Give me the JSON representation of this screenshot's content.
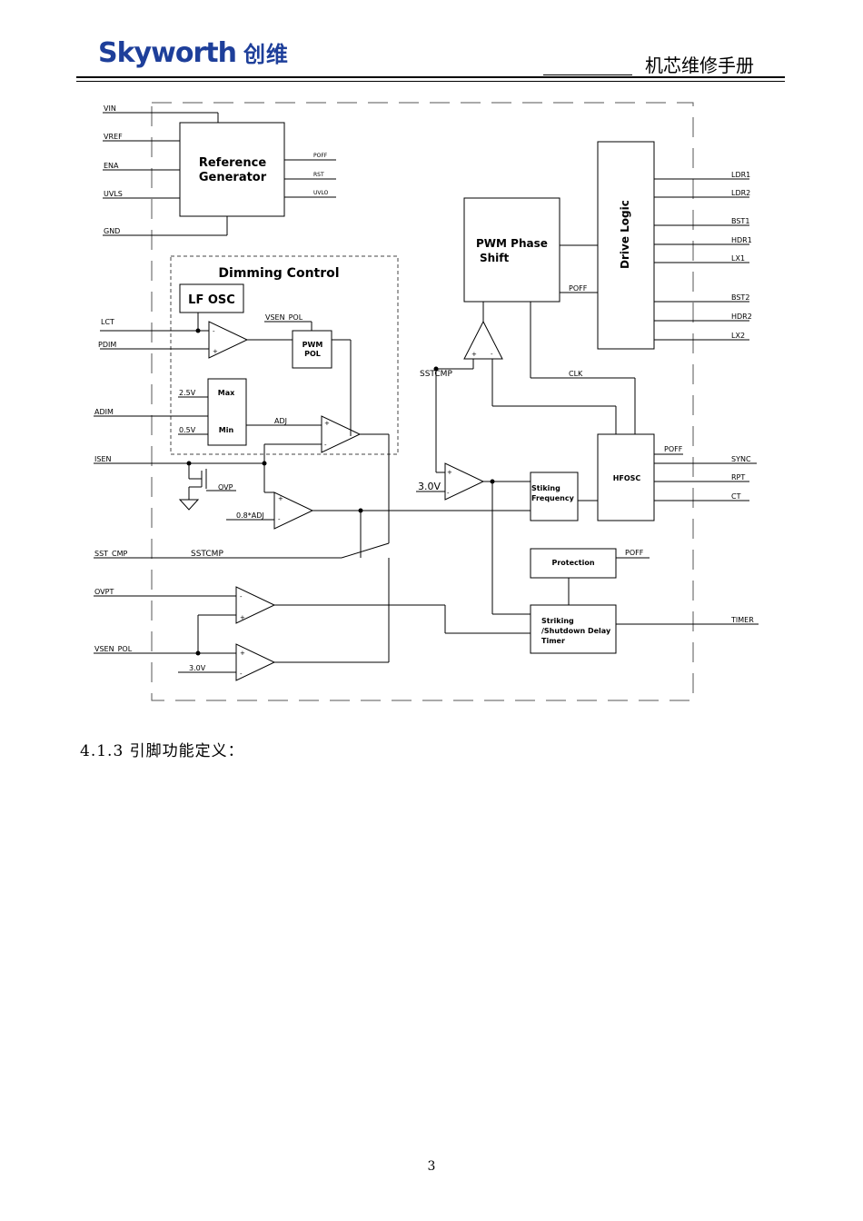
{
  "header": {
    "brand": "Skyworth",
    "brand_cn": "创维",
    "doc_title": "机芯维修手册"
  },
  "diagram": {
    "blocks": {
      "reference_generator": "Reference\nGenerator",
      "dimming_control": "Dimming Control",
      "lf_osc": "LF OSC",
      "pwm_pol": "PWM\nPOL",
      "max": "Max",
      "min": "Min",
      "pwm_phase_shift": "PWM Phase\nShift",
      "drive_logic": "Drive Logic",
      "hfosc": "HFOSC",
      "striking_frequency": "Stiking\nFrequency",
      "protection": "Protection",
      "timer": "Striking\n/Shutdown Delay\nTimer"
    },
    "left_pins": [
      "VIN",
      "VREF",
      "ENA",
      "UVLS",
      "GND",
      "LCT",
      "PDIM",
      "ADIM",
      "ISEN",
      "SST_CMP",
      "OVPT",
      "VSEN_POL"
    ],
    "right_pins": [
      "LDR1",
      "LDR2",
      "BST1",
      "HDR1",
      "LX1",
      "BST2",
      "HDR2",
      "LX2",
      "SYNC",
      "RPT",
      "CT",
      "TIMER"
    ],
    "ref_outputs": [
      "POFF",
      "RST",
      "UVLO"
    ],
    "labels": {
      "vsen_pol": "VSEN_POL",
      "v2_5": "2.5V",
      "v0_5": "0.5V",
      "adj": "ADJ",
      "ovp": "OVP",
      "adj08": "0.8*ADJ",
      "sstcmp_mid": "SSTCMP",
      "sstcmp_top": "SSTCMP",
      "v3_0a": "3.0V",
      "v3_0b": "3.0V",
      "poff_pwm": "POFF",
      "clk": "CLK",
      "poff_hfosc": "POFF",
      "poff_prot": "POFF"
    }
  },
  "section_title": "4.1.3 引脚功能定义：",
  "page_number": "3"
}
